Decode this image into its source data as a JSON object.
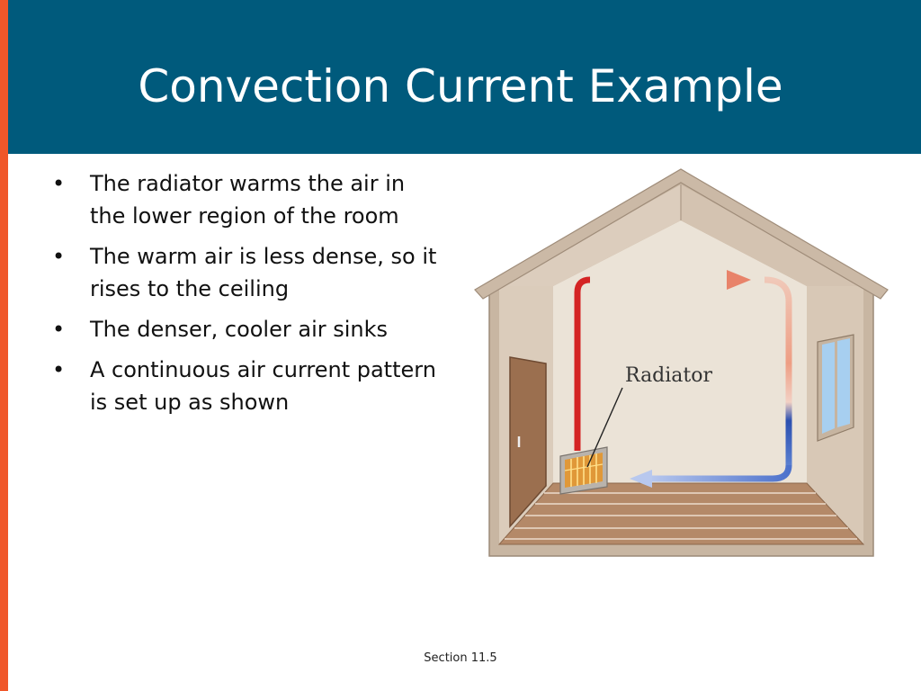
{
  "slide": {
    "title": "Convection Current Example",
    "bullet_symbol": "•",
    "bullets": [
      "The radiator warms the air in the lower region of the room",
      "The warm air is less dense, so it rises to the ceiling",
      "The denser, cooler air sinks",
      "A continuous air current pattern is set up as shown"
    ],
    "figure": {
      "radiator_label": "Radiator"
    },
    "footer": "Section 11.5"
  },
  "colors": {
    "title_band": "#005a7c",
    "accent": "#f0572a",
    "warm_air": "#d42424",
    "cool_air": "#9fb5e4"
  }
}
